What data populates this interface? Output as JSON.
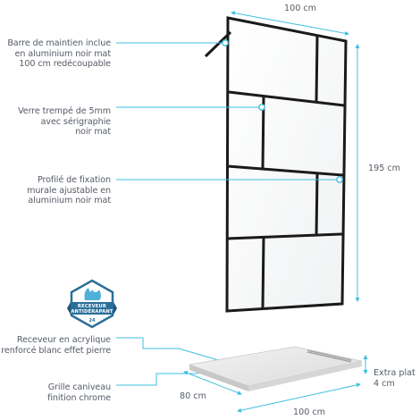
{
  "labels": {
    "bar": [
      "Barre de maintien inclue",
      "en aluminium noir mat",
      "100 cm redécoupable"
    ],
    "glass": [
      "Verre trempé de 5mm",
      "avec sérigraphie",
      "noir mat"
    ],
    "profile": [
      "Profilé de fixation",
      "murale ajustable en",
      "aluminium noir mat"
    ],
    "tray": [
      "Receveur en acrylique",
      "renforcé blanc effet pierre"
    ],
    "grille": [
      "Grille caniveau",
      "finition chrome"
    ]
  },
  "dimensions": {
    "panel_width": "100 cm",
    "panel_height": "195 cm",
    "tray_depth": "80 cm",
    "tray_width": "100 cm",
    "extra_flat": [
      "Extra plat",
      "4 cm"
    ]
  },
  "badge": {
    "line1": "RECEVEUR",
    "line2": "ANTIDÉRAPANT",
    "number": "24"
  },
  "colors": {
    "text": "#555c66",
    "callout_line": "#3fbfe0",
    "frame": "#1a1a1a",
    "badge": "#2a6f9a"
  }
}
